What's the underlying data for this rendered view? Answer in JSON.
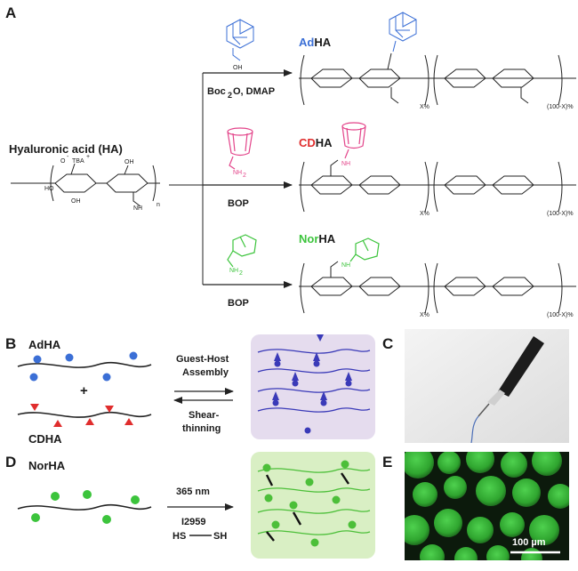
{
  "panels": {
    "a": "A",
    "b": "B",
    "c": "C",
    "d": "D",
    "e": "E"
  },
  "panel_a": {
    "ha_label": "Hyaluronic acid (HA)",
    "repeat_n": "n",
    "carboxylate": "O",
    "charge_minus": "-",
    "counter_ion": "TBA",
    "charge_plus": "+",
    "reagents_ad": {
      "boc": "Boc",
      "sub2": "2",
      "rest": "O, DMAP"
    },
    "reagent_cd": "BOP",
    "reagent_nor": "BOP",
    "amine_cd": "NH",
    "amine_cd_sub": "2",
    "amine_nor": "NH",
    "amine_nor_sub": "2",
    "carboxylic": "OH",
    "products": {
      "ad": {
        "prefix": "Ad",
        "suffix": "HA"
      },
      "cd": {
        "prefix": "CD",
        "suffix": "HA"
      },
      "nor": {
        "prefix": "Nor",
        "suffix": "HA"
      }
    },
    "x_percent": "X%",
    "remainder_percent": "(100-X)%",
    "amide_nh": "NH",
    "atoms": {
      "ho": "HO",
      "oh": "OH",
      "o": "O",
      "nh": "NH"
    }
  },
  "panel_b": {
    "adha": "AdHA",
    "cdha": "CDHA",
    "plus": "+",
    "forward_1": "Guest-Host",
    "forward_2": "Assembly",
    "reverse_1": "Shear-",
    "reverse_2": "thinning"
  },
  "panel_d": {
    "norha": "NorHA",
    "light": "365 nm",
    "initiator": "I2959",
    "crosslinker_left": "HS",
    "crosslinker_right": "SH"
  },
  "panel_e": {
    "scale_bar": "100 µm"
  },
  "colors": {
    "adamantane_blue": "#3b6fd6",
    "cyclodextrin_red": "#e02d2d",
    "cyclodextrin_magenta": "#e3448a",
    "norbornene_green": "#3cc43c",
    "gel_purple_bg": "#e5dcee",
    "gel_green_bg": "#d9efc4",
    "network_blue": "#3a3ab8",
    "network_green": "#4cbf39"
  }
}
